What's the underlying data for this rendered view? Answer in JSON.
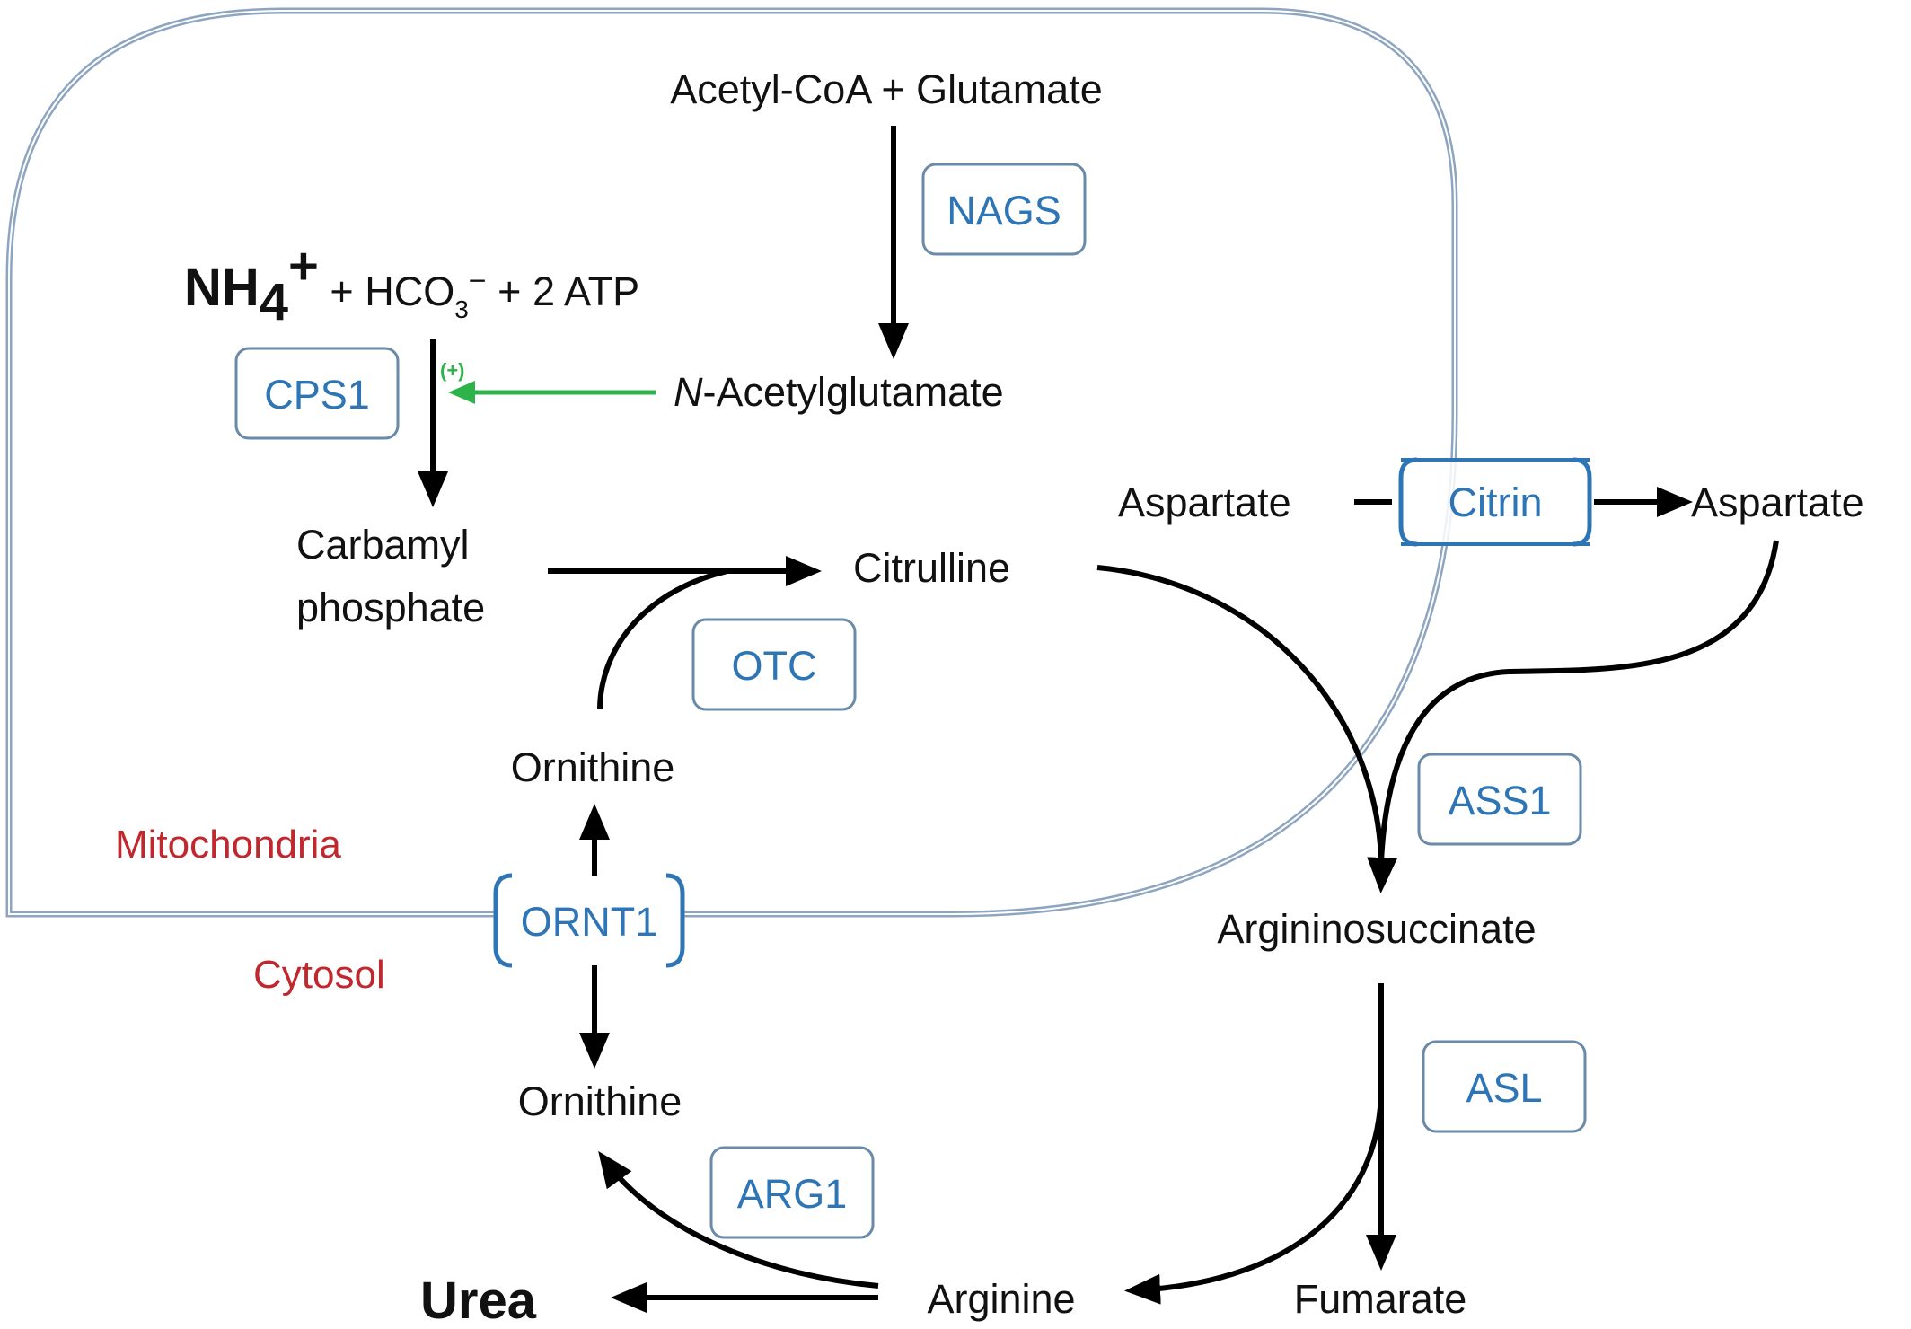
{
  "colors": {
    "enzyme": "#2E75B6",
    "enzyme_box": "#6B8AA8",
    "membrane": "#8DA5C0",
    "compartment": "#C0282D",
    "activation": "#2DB34A"
  },
  "compartments": {
    "mitochondria": "Mitochondria",
    "cytosol": "Cytosol"
  },
  "metabolites": {
    "acetyl_coa_glutamate": "Acetyl-CoA + Glutamate",
    "nh4_main": "NH",
    "nh4_sub": "4",
    "nh4_sup": "+",
    "bicarbonate_prefix": " + HCO",
    "bicarbonate_sub": "3",
    "bicarbonate_sup": "−",
    "atp_suffix": " + 2 ATP",
    "n_italic": "N",
    "acetylglutamate": "-Acetylglutamate",
    "carbamyl_line1": "Carbamyl",
    "carbamyl_line2": "phosphate",
    "citrulline": "Citrulline",
    "aspartate_mito": "Aspartate",
    "aspartate_cyto": "Aspartate",
    "ornithine_mito": "Ornithine",
    "ornithine_cyto": "Ornithine",
    "argininosuccinate": "Argininosuccinate",
    "fumarate": "Fumarate",
    "arginine": "Arginine",
    "urea": "Urea"
  },
  "enzymes": {
    "nags": "NAGS",
    "cps1": "CPS1",
    "otc": "OTC",
    "ass1": "ASS1",
    "asl": "ASL",
    "arg1": "ARG1"
  },
  "transporters": {
    "citrin": "Citrin",
    "ornt1": "ORNT1"
  },
  "regulation": {
    "activation_label": "(+)"
  }
}
